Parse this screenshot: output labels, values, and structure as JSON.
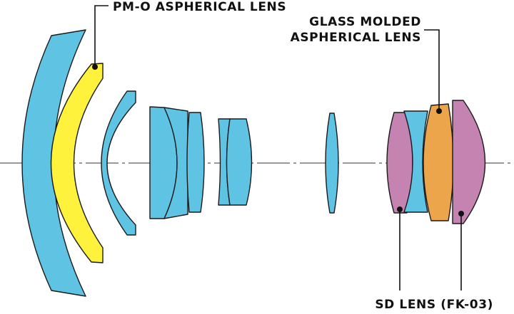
{
  "labels": {
    "pmo_aspherical": "PM-O ASPHERICAL LENS",
    "glass_molded_line1": "GLASS MOLDED",
    "glass_molded_line2": "ASPHERICAL LENS",
    "sd_lens": "SD LENS (FK-03)"
  },
  "colors": {
    "standard_element": "#5fc4e4",
    "pmo_aspherical": "#fff23c",
    "glass_molded_aspherical": "#eca54a",
    "sd_lens": "#c483b0",
    "outline": "#1a1a1a"
  }
}
